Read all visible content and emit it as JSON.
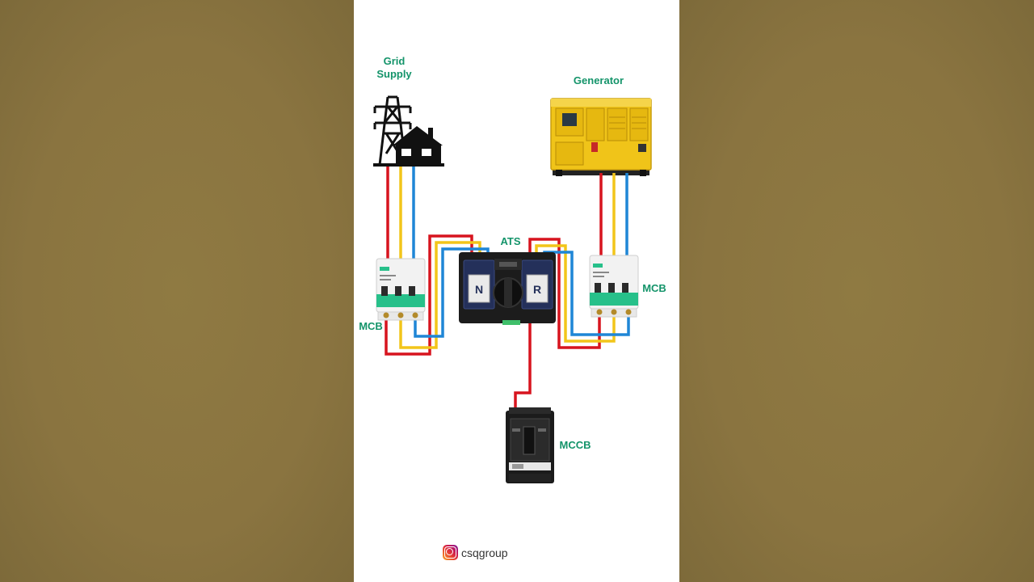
{
  "labels": {
    "grid_supply_line1": "Grid",
    "grid_supply_line2": "Supply",
    "generator": "Generator",
    "ats": "ATS",
    "mcb_left": "MCB",
    "mcb_right": "MCB",
    "mccb": "MCCB"
  },
  "ats_marks": {
    "left": "N",
    "right": "R"
  },
  "footer": {
    "handle": "csqgroup",
    "icon": "instagram-icon"
  },
  "colors": {
    "wire_red": "#d7141e",
    "wire_yellow": "#f2c51a",
    "wire_blue": "#1f86d6",
    "label_green": "#14946a",
    "breaker_green": "#27c08a",
    "generator_yellow": "#f0c419"
  }
}
